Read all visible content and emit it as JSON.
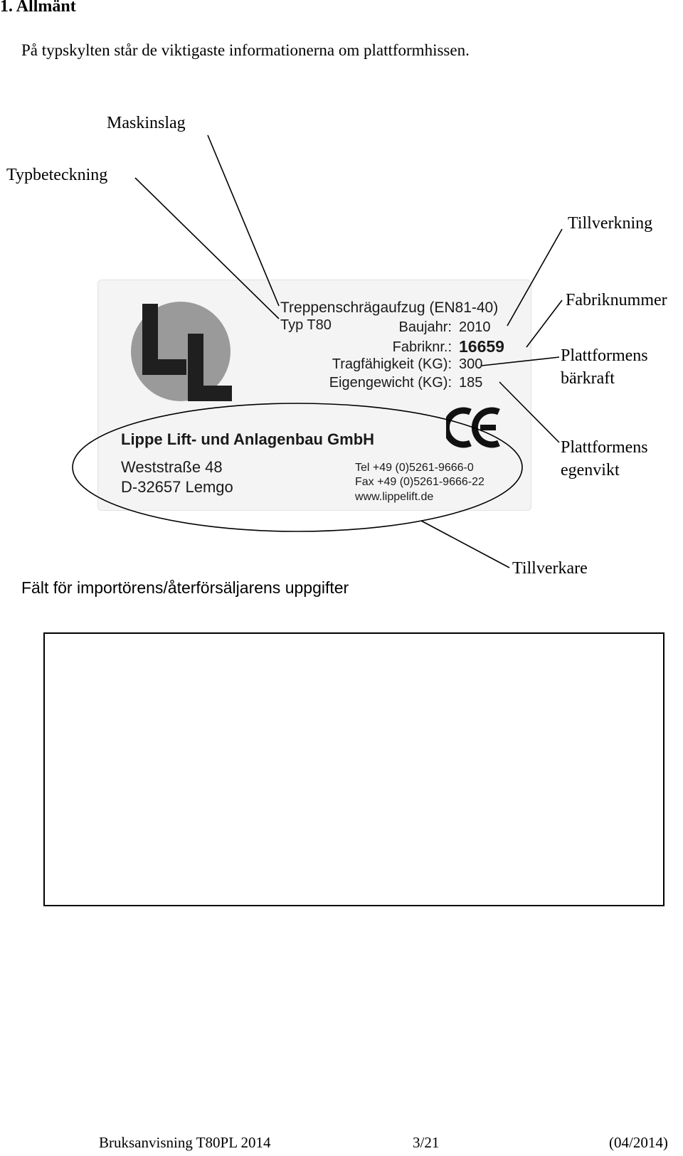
{
  "section": {
    "number": "1.",
    "title": "Allmänt"
  },
  "intro": "På typskylten står de viktigaste informationerna om plattformhissen.",
  "callouts": {
    "maskinslag": "Maskinslag",
    "typbeteckning": "Typbeteckning",
    "tillverkning": "Tillverkning",
    "fabriknummer": "Fabriknummer",
    "barkraft_line1": "Plattformens",
    "barkraft_line2": "bärkraft",
    "egenvikt_line1": "Plattformens",
    "egenvikt_line2": "egenvikt",
    "tillverkare": "Tillverkare",
    "importor": "Fält för importörens/återförsäljarens uppgifter"
  },
  "plate": {
    "type_line": "Treppenschrägaufzug (EN81-40)",
    "typ": "Typ T80",
    "baujahr_label": "Baujahr:",
    "baujahr_value": "2010",
    "fabriknr_label": "Fabriknr.:",
    "fabriknr_value": "16659",
    "tragfahigkeit_label": "Tragfähigkeit (KG):",
    "tragfahigkeit_value": "300",
    "eigengewicht_label": "Eigengewicht (KG):",
    "eigengewicht_value": "185",
    "company": "Lippe Lift- und Anlagenbau GmbH",
    "street": "Weststraße 48",
    "city": "D-32657 Lemgo",
    "tel": "Tel  +49 (0)5261-9666-0",
    "fax": "Fax +49 (0)5261-9666-22",
    "web": "www.lippelift.de"
  },
  "footer": {
    "doc": "Bruksanvisning  T80PL 2014",
    "page": "3/21",
    "date": "(04/2014)"
  }
}
